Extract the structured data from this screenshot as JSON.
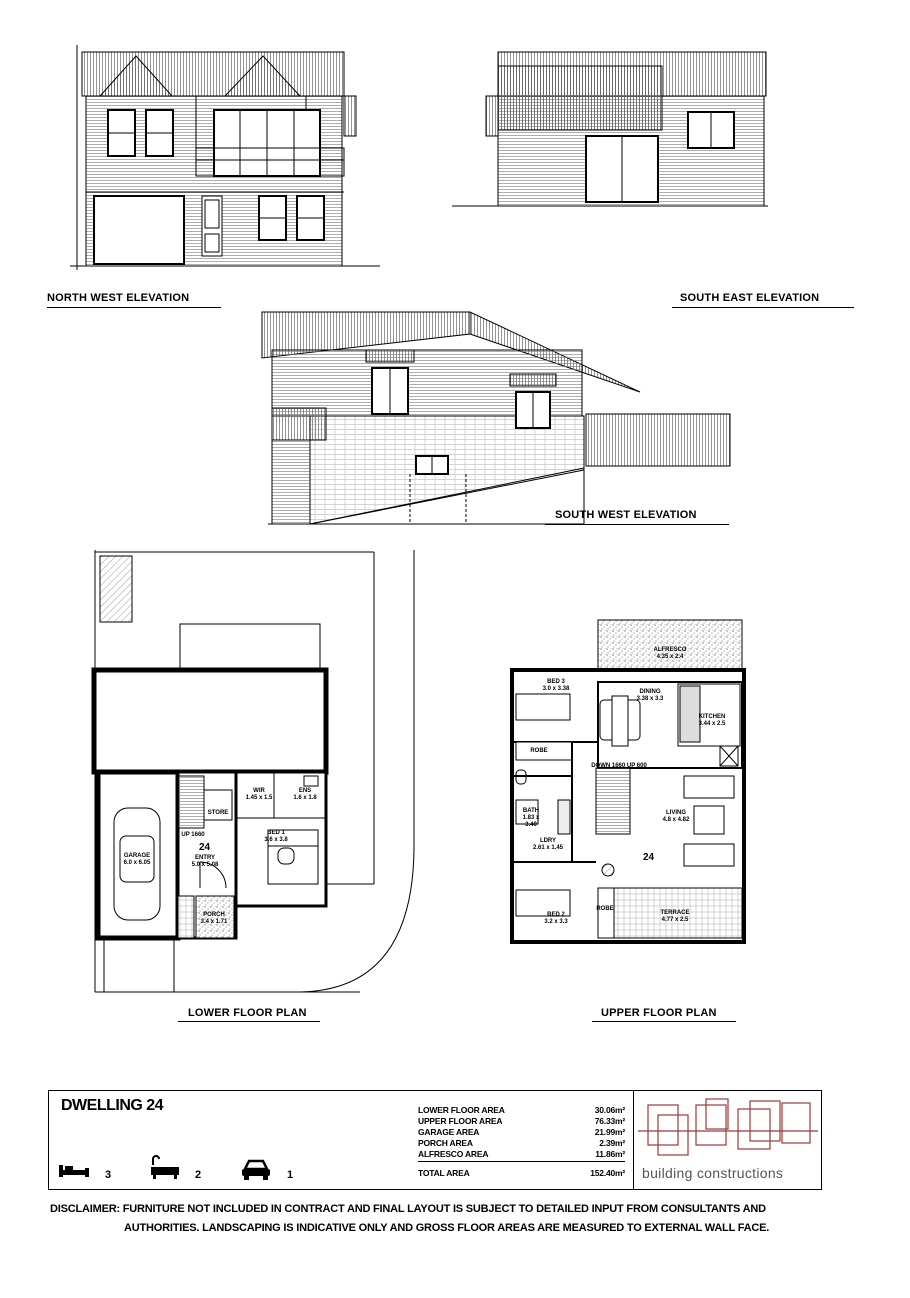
{
  "elevations": {
    "north_west": "NORTH WEST ELEVATION",
    "south_east": "SOUTH EAST ELEVATION",
    "south_west": "SOUTH WEST ELEVATION"
  },
  "plans": {
    "lower_title": "LOWER FLOOR PLAN",
    "upper_title": "UPPER FLOOR PLAN",
    "lower_number": "24",
    "upper_number": "24",
    "lower_rooms": {
      "garage": "GARAGE",
      "garage_dim": "6.0 x 6.05",
      "store": "STORE",
      "up": "UP 1660",
      "entry": "ENTRY",
      "entry_dim": "5.0 x 5.08",
      "porch": "PORCH",
      "porch_dim": "3.4 x 1.71",
      "wir": "WIR",
      "wir_dim": "1.45 x 1.5",
      "ens": "ENS",
      "ens_dim": "1.6 x 1.8",
      "bed1": "BED 1",
      "bed1_dim": "3.6 x 3.8"
    },
    "upper_rooms": {
      "alfresco": "ALFRESCO",
      "alfresco_dim": "4.35 x 2.4",
      "bed3": "BED 3",
      "bed3_dim": "3.0 x 3.38",
      "dining": "DINING",
      "dining_dim": "3.38 x 3.3",
      "kitchen": "KITCHEN",
      "kitchen_dim": "3.44 x 2.5",
      "robe": "ROBE",
      "down": "DOWN 1660  UP 600",
      "bath": "BATH",
      "bath_dim": "1.83 x 3.40",
      "lndry": "LDRY",
      "lndry_dim": "2.61 x 1.45",
      "living": "LIVING",
      "living_dim": "4.8 x 4.82",
      "bed2": "BED 2",
      "bed2_dim": "3.2 x 3.3",
      "robe2": "ROBE",
      "terrace": "TERRACE",
      "terrace_dim": "4.77 x 2.5"
    }
  },
  "info": {
    "dwelling": "DWELLING 24",
    "bedrooms": "3",
    "bathrooms": "2",
    "cars": "1",
    "areas": [
      {
        "label": "LOWER FLOOR AREA",
        "value": "30.06m²"
      },
      {
        "label": "UPPER FLOOR AREA",
        "value": "76.33m²"
      },
      {
        "label": "GARAGE AREA",
        "value": "21.99m²"
      },
      {
        "label": "PORCH AREA",
        "value": "2.39m²"
      },
      {
        "label": "ALFRESCO AREA",
        "value": "11.86m²"
      }
    ],
    "total_label": "TOTAL AREA",
    "total_value": "152.40m²",
    "logo_text": "building constructions"
  },
  "disclaimer": {
    "line1": "DISCLAIMER: FURNITURE NOT INCLUDED IN CONTRACT AND FINAL LAYOUT IS SUBJECT TO DETAILED INPUT FROM CONSULTANTS AND",
    "line2": "AUTHORITIES. LANDSCAPING IS INDICATIVE ONLY AND GROSS FLOOR AREAS ARE MEASURED TO EXTERNAL WALL FACE."
  }
}
